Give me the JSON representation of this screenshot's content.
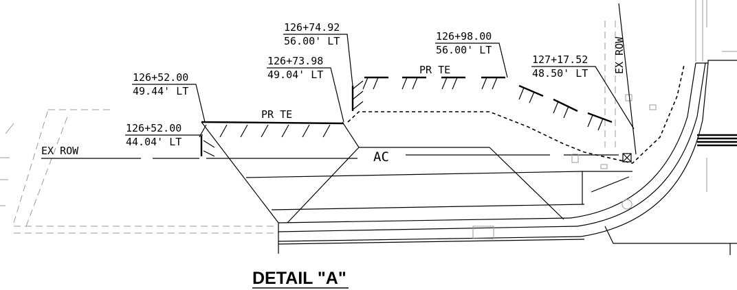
{
  "title": "DETAIL \"A\"",
  "callouts": [
    {
      "station": "126+52.00",
      "offset": "49.44' LT"
    },
    {
      "station": "126+52.00",
      "offset": "44.04' LT"
    },
    {
      "station": "126+73.98",
      "offset": "49.04' LT"
    },
    {
      "station": "126+74.92",
      "offset": "56.00' LT"
    },
    {
      "station": "126+98.00",
      "offset": "56.00' LT"
    },
    {
      "station": "127+17.52",
      "offset": "48.50' LT"
    }
  ],
  "labels": {
    "pr_te_left": "PR TE",
    "pr_te_right": "PR TE",
    "ex_row_left": "EX ROW",
    "ex_row_right": "EX ROW",
    "ac": "AC"
  }
}
